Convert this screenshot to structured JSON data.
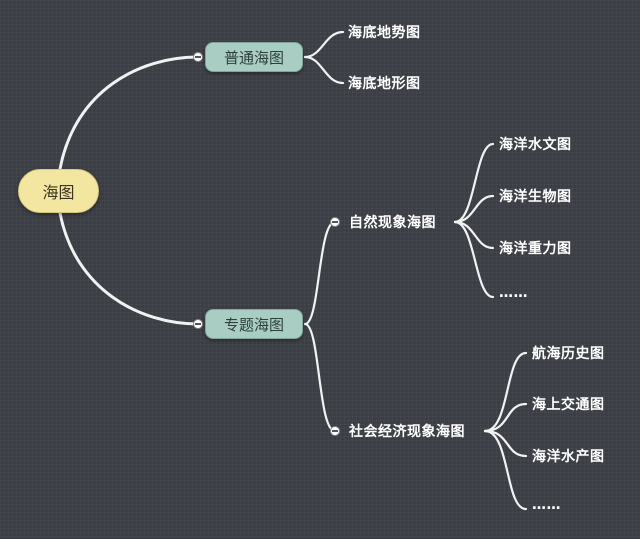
{
  "root": {
    "label": "海图"
  },
  "branches": {
    "ordinary": {
      "label": "普通海图",
      "children": [
        "海底地势图",
        "海底地形图"
      ]
    },
    "thematic": {
      "label": "专题海图",
      "natural": {
        "label": "自然现象海图",
        "children": [
          "海洋水文图",
          "海洋生物图",
          "海洋重力图",
          "……"
        ]
      },
      "socioeconomic": {
        "label": "社会经济现象海图",
        "children": [
          "航海历史图",
          "海上交通图",
          "海洋水产图",
          "……"
        ]
      }
    }
  },
  "colors": {
    "background": "#3b3e44",
    "root_fill": "#f3e6a1",
    "topic_fill": "#a9cdc2",
    "edge": "#f2f2f2"
  }
}
